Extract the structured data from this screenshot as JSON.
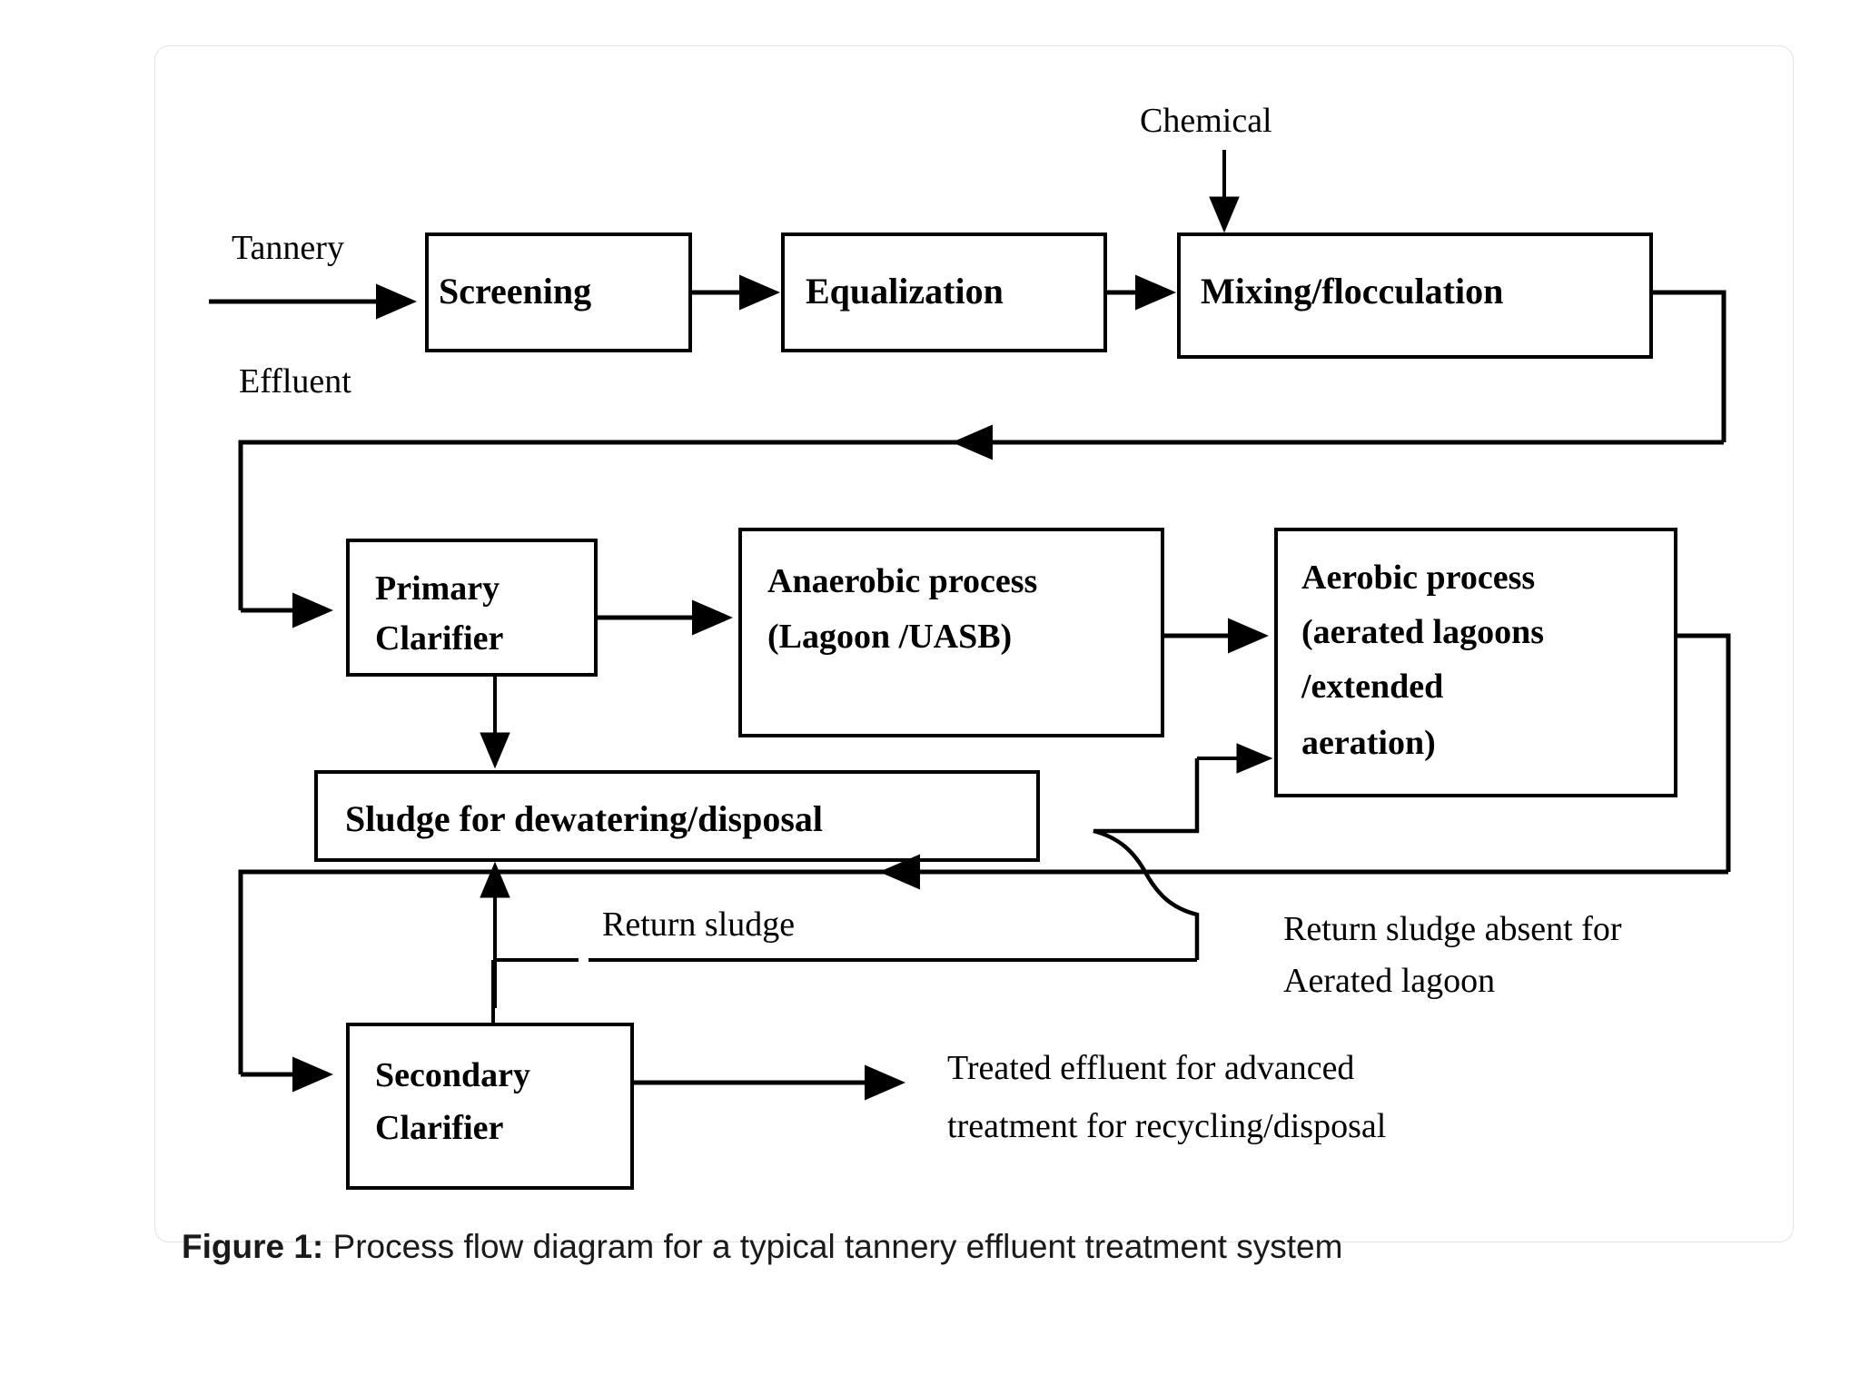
{
  "figure": {
    "caption_prefix": "Figure 1:",
    "caption_text": " Process flow diagram for a typical tannery effluent treatment system"
  },
  "nodes": {
    "screening": "Screening",
    "equalization": "Equalization",
    "mixing_flocculation": "Mixing/flocculation",
    "primary_clarifier_line1": "Primary",
    "primary_clarifier_line2": "Clarifier",
    "anaerobic_line1": "Anaerobic process",
    "anaerobic_line2": "(Lagoon /UASB)",
    "aerobic_line1": "Aerobic process",
    "aerobic_line2": "(aerated lagoons",
    "aerobic_line3": "/extended",
    "aerobic_line4": "aeration)",
    "sludge": "Sludge for dewatering/disposal",
    "secondary_clarifier_line1": "Secondary",
    "secondary_clarifier_line2": "Clarifier"
  },
  "labels": {
    "tannery": "Tannery",
    "effluent": "Effluent",
    "chemical": "Chemical",
    "return_sludge": "Return sludge",
    "return_sludge_absent_line1": "Return sludge absent for",
    "return_sludge_absent_line2": "Aerated lagoon",
    "treated_effluent_line1": "Treated effluent for advanced",
    "treated_effluent_line2": "treatment for recycling/disposal"
  },
  "colors": {
    "stroke": "#000000",
    "background": "#ffffff",
    "card_border": "#e3e3e3"
  }
}
